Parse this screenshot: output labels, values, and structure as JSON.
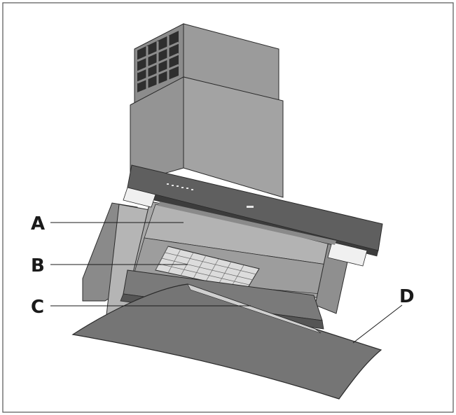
{
  "diagram": {
    "callouts": [
      {
        "id": "A",
        "label": "A"
      },
      {
        "id": "B",
        "label": "B"
      },
      {
        "id": "C",
        "label": "C"
      },
      {
        "id": "D",
        "label": "D"
      }
    ],
    "colors": {
      "outline": "#2a2a2a",
      "chimney_upper": "#8f8f8f",
      "chimney_lower": "#9a9a9a",
      "hood_body": "#a5a5a5",
      "glass_panel": "#6f6f6f",
      "top_panel": "#5e5e5e",
      "filter": "#cfcfcf",
      "background": "#ffffff"
    }
  }
}
